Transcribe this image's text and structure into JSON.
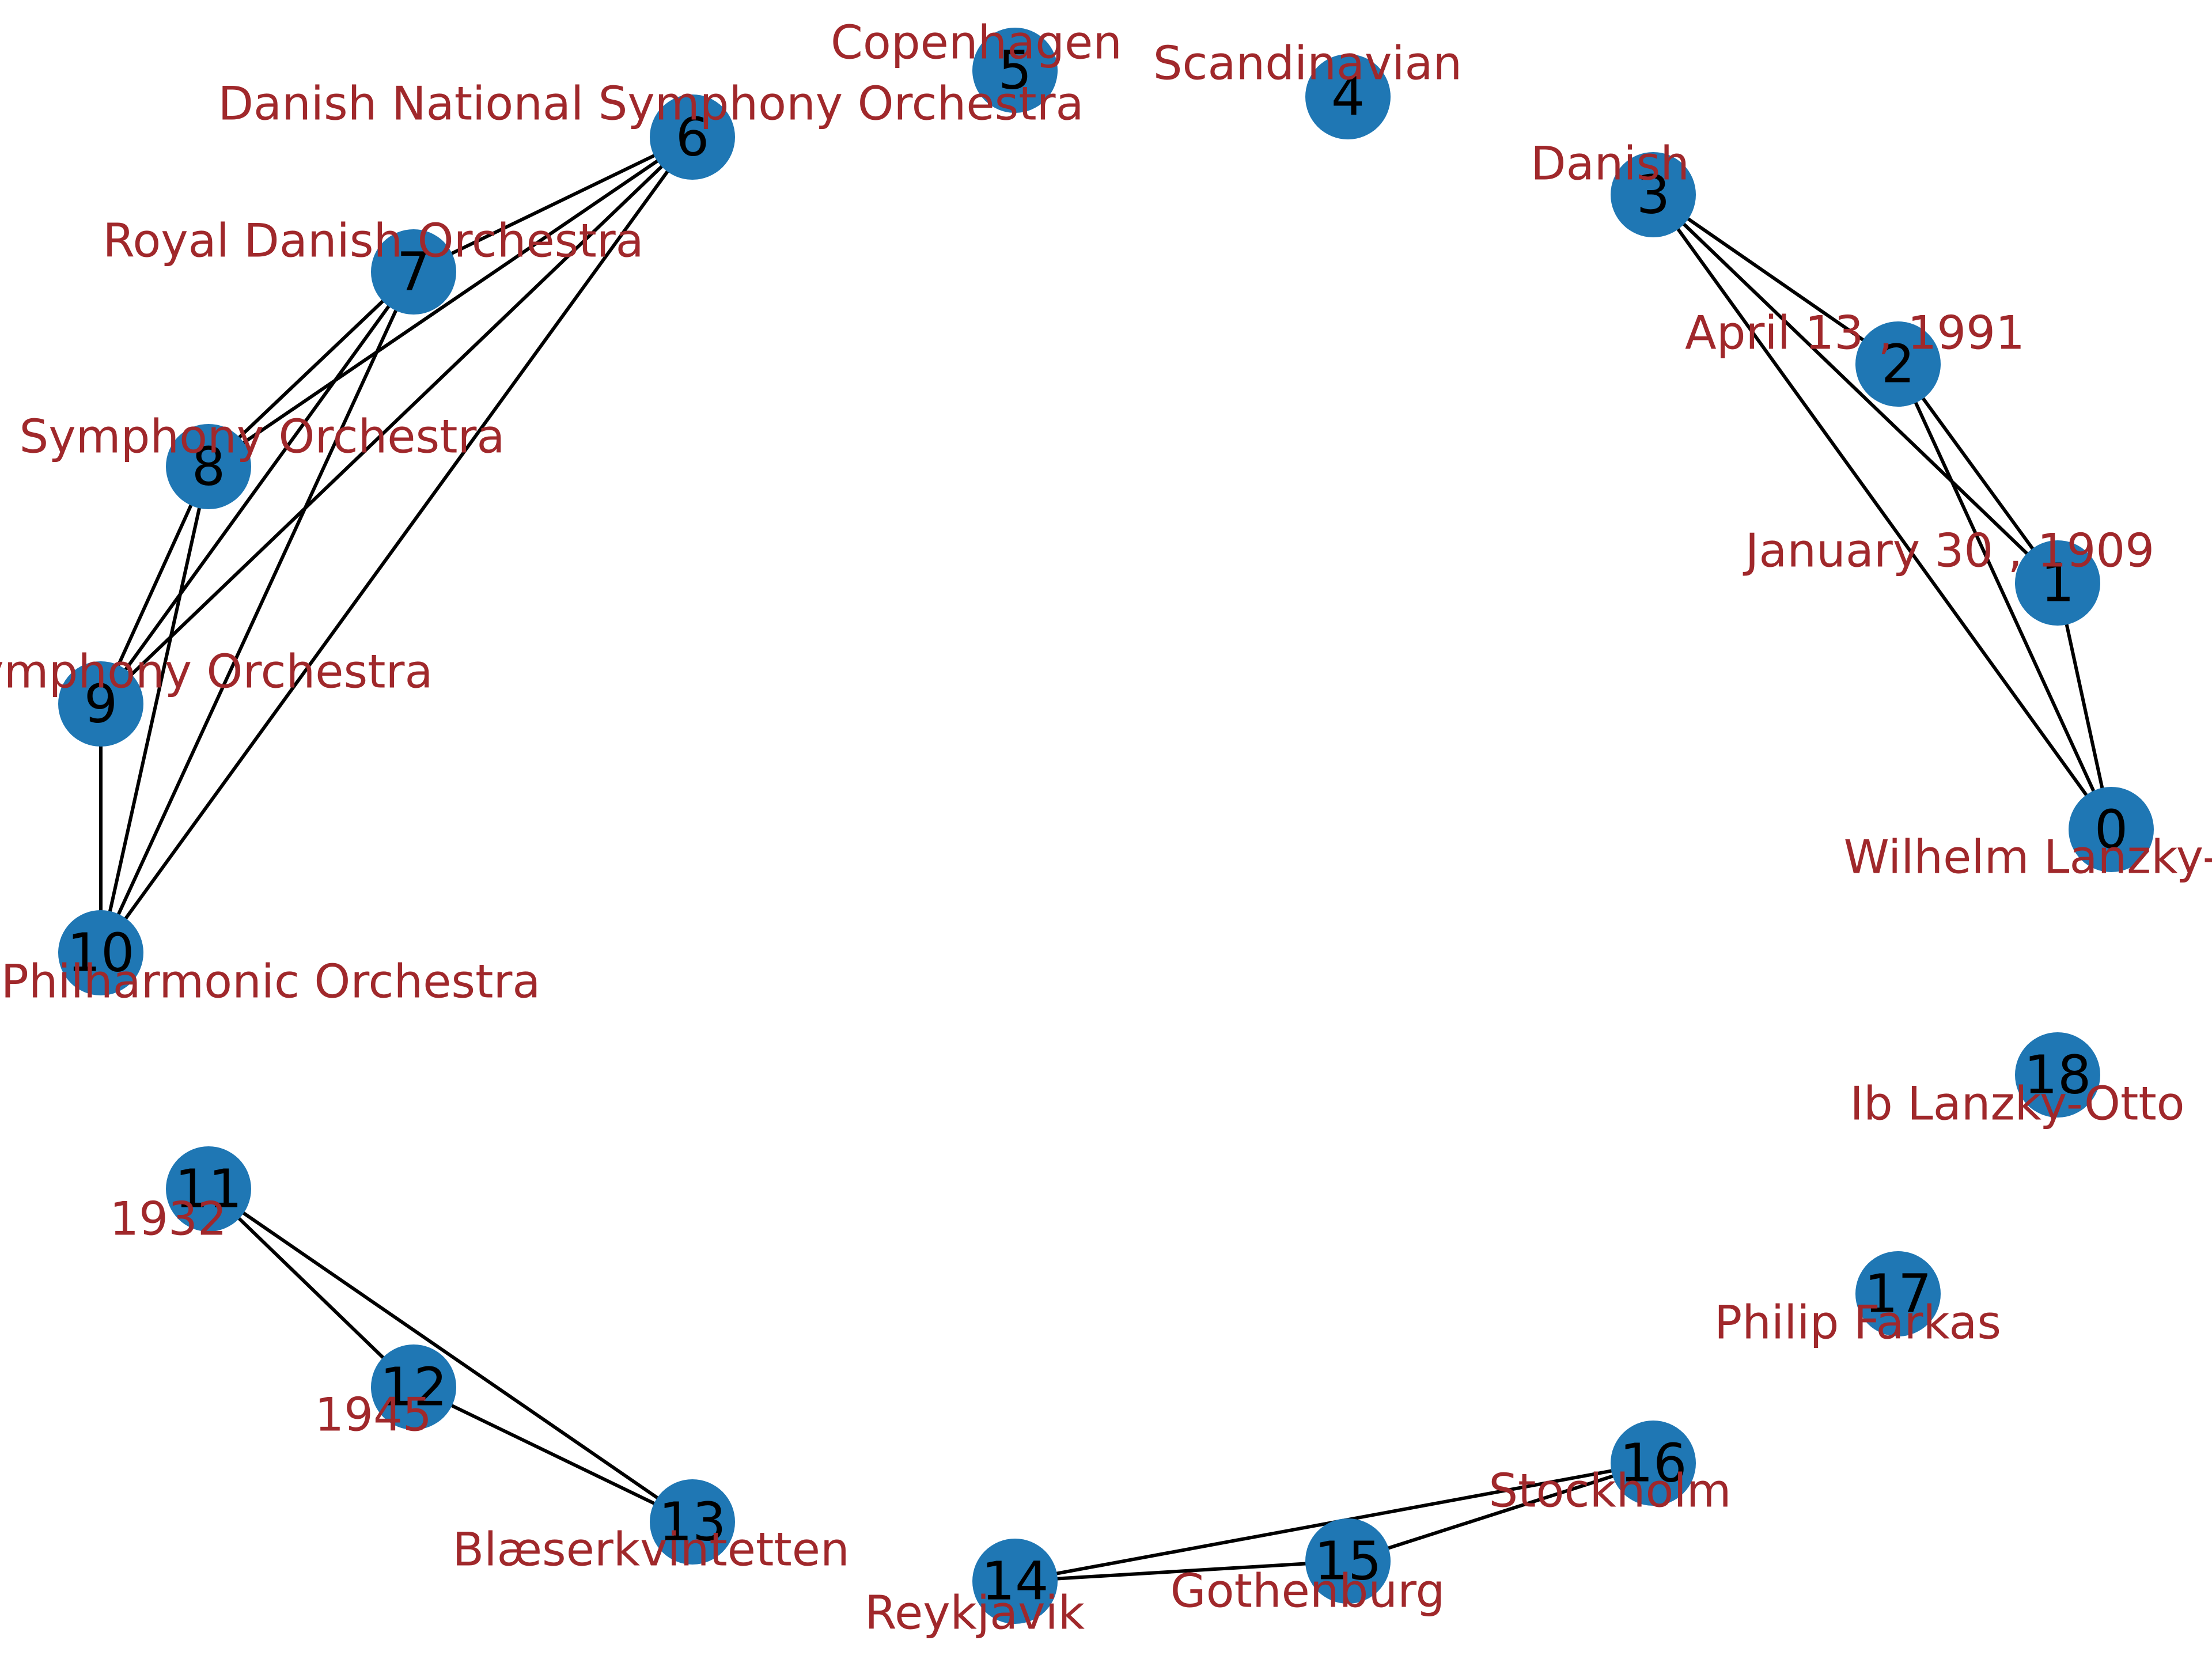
{
  "colors": {
    "node": "#1f77b4",
    "edge": "#000000",
    "label": "#a0282b"
  },
  "nodes": [
    {
      "id": "0",
      "label": "Wilhelm Lanzky-Otto"
    },
    {
      "id": "1",
      "label": "January 30 , 1909"
    },
    {
      "id": "2",
      "label": "April 13 , 1991"
    },
    {
      "id": "3",
      "label": "Danish"
    },
    {
      "id": "4",
      "label": "Scandinavian"
    },
    {
      "id": "5",
      "label": "Copenhagen"
    },
    {
      "id": "6",
      "label": "Danish National Symphony Orchestra"
    },
    {
      "id": "7",
      "label": "Royal Danish Orchestra"
    },
    {
      "id": "8",
      "label": "Symphony Orchestra"
    },
    {
      "id": "9",
      "label": "Symphony Orchestra"
    },
    {
      "id": "10",
      "label": "Philharmonic Orchestra"
    },
    {
      "id": "11",
      "label": "1932"
    },
    {
      "id": "12",
      "label": "1945"
    },
    {
      "id": "13",
      "label": "Blæserkvintetten"
    },
    {
      "id": "14",
      "label": "Reykjavik"
    },
    {
      "id": "15",
      "label": "Gothenburg"
    },
    {
      "id": "16",
      "label": "Stockholm"
    },
    {
      "id": "17",
      "label": "Philip Farkas"
    },
    {
      "id": "18",
      "label": "Ib Lanzky-Otto"
    }
  ],
  "edges": [
    [
      "0",
      "1"
    ],
    [
      "0",
      "2"
    ],
    [
      "0",
      "3"
    ],
    [
      "1",
      "2"
    ],
    [
      "1",
      "3"
    ],
    [
      "2",
      "3"
    ],
    [
      "6",
      "7"
    ],
    [
      "6",
      "8"
    ],
    [
      "6",
      "9"
    ],
    [
      "6",
      "10"
    ],
    [
      "7",
      "8"
    ],
    [
      "7",
      "9"
    ],
    [
      "7",
      "10"
    ],
    [
      "8",
      "9"
    ],
    [
      "8",
      "10"
    ],
    [
      "9",
      "10"
    ],
    [
      "11",
      "12"
    ],
    [
      "11",
      "13"
    ],
    [
      "12",
      "13"
    ],
    [
      "14",
      "15"
    ],
    [
      "14",
      "16"
    ],
    [
      "15",
      "16"
    ]
  ]
}
